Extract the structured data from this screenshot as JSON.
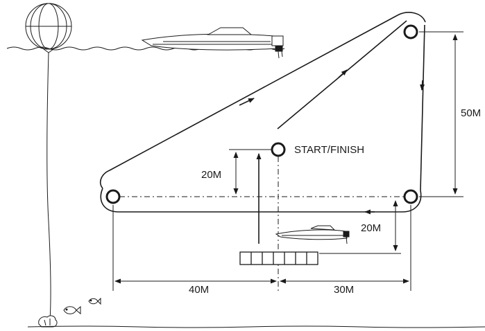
{
  "labels": {
    "start_finish": "START/FINISH",
    "dim_50m": "50M",
    "dim_20m_left": "20M",
    "dim_20m_right": "20M",
    "dim_40m": "40M",
    "dim_30m": "30M"
  },
  "colors": {
    "line": "#1a1a1a",
    "background": "#ffffff"
  },
  "icons": [
    "balloon-icon",
    "speedboat-icon",
    "buoy-icon",
    "fish-icon",
    "anchor-weight-icon"
  ]
}
